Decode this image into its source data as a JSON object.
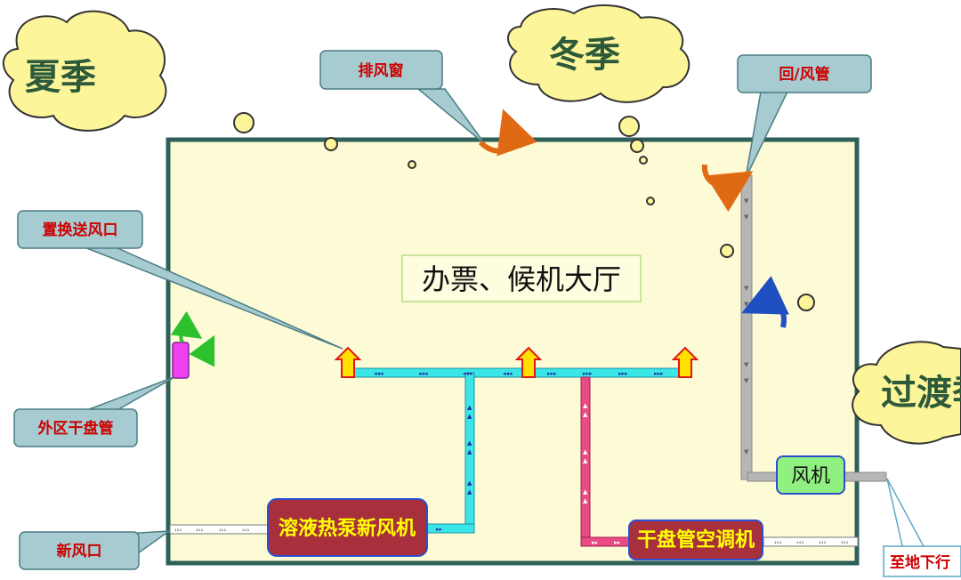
{
  "seasons": {
    "summer": "夏季",
    "winter": "冬季",
    "transition": "过渡季"
  },
  "hall_title": "办票、候机大厅",
  "callouts": {
    "exhaust_window": "排风窗",
    "return_duct": "回/风管",
    "displacement_outlet": "置换送风口",
    "outer_dry_coil": "外区干盘管",
    "fresh_air_inlet": "新风口",
    "to_underground": "至地下行"
  },
  "units": {
    "heat_pump_fresh_air": "溶液热泵新风机",
    "dry_coil_ac": "干盘管空调机",
    "fan": "风机"
  },
  "colors": {
    "hall_fill": "#fdfbd6",
    "hall_border": "#2c6058",
    "callout_fill": "#a6ccd2",
    "cloud_fill": "#fdf59a",
    "supply_duct": "#3be6e8",
    "coil_duct": "#ea4a86",
    "return_duct": "#b6b6b6",
    "unit_fill": "#a8303c",
    "fan_fill": "#90f080"
  }
}
